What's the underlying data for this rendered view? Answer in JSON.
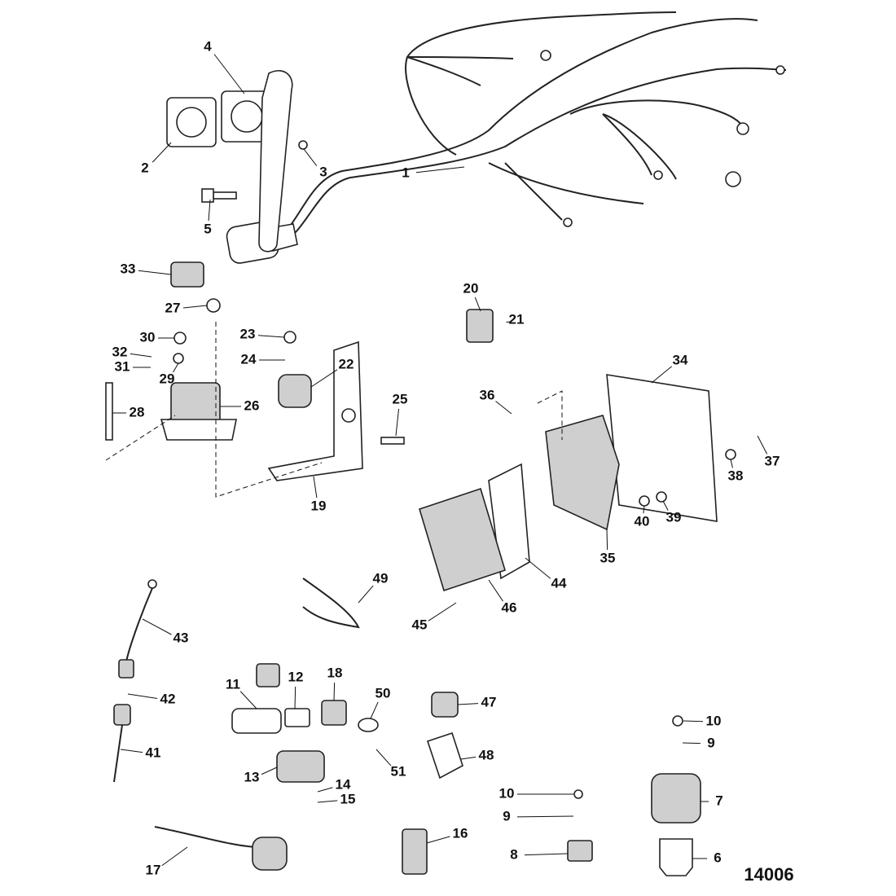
{
  "diagram": {
    "figure_number": "14006",
    "callouts": {
      "c1": "1",
      "c2": "2",
      "c3": "3",
      "c4": "4",
      "c5": "5",
      "c6": "6",
      "c7": "7",
      "c8": "8",
      "c9a": "9",
      "c9b": "9",
      "c10a": "10",
      "c10b": "10",
      "c11": "11",
      "c12": "12",
      "c13": "13",
      "c14": "14",
      "c15": "15",
      "c16": "16",
      "c17": "17",
      "c18": "18",
      "c19": "19",
      "c20": "20",
      "c21": "21",
      "c22": "22",
      "c23": "23",
      "c24": "24",
      "c25": "25",
      "c26": "26",
      "c27": "27",
      "c28": "28",
      "c29": "29",
      "c30": "30",
      "c31": "31",
      "c32": "32",
      "c33": "33",
      "c34": "34",
      "c35": "35",
      "c36": "36",
      "c37": "37",
      "c38": "38",
      "c39": "39",
      "c40": "40",
      "c41": "41",
      "c42": "42",
      "c43": "43",
      "c44": "44",
      "c45": "45",
      "c46": "46",
      "c47": "47",
      "c48": "48",
      "c49": "49",
      "c50": "50",
      "c51": "51"
    }
  }
}
